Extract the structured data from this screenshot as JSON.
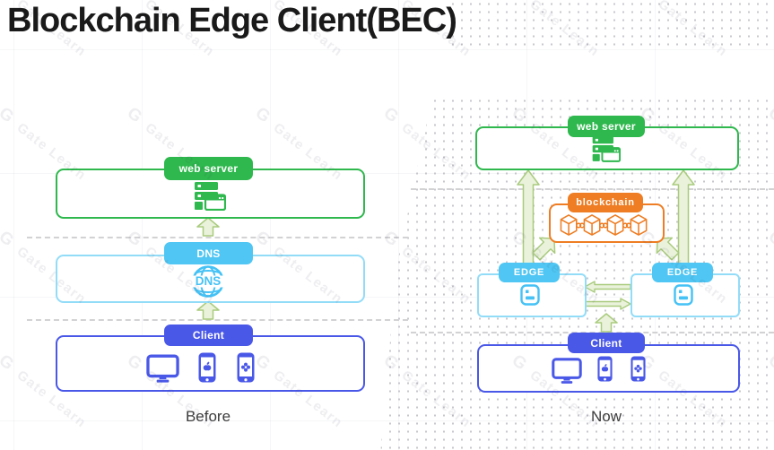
{
  "title": "Blockchain Edge Client(BEC)",
  "watermark": {
    "logo": "G",
    "text": "Gate Learn"
  },
  "colors": {
    "green": "#2eb84d",
    "cyan": "#4fc6f3",
    "cyan_light_border": "#93dcf8",
    "blue": "#4a58e8",
    "orange": "#ee7d23",
    "arrow_fill": "#eaf2dc",
    "arrow_stroke": "#a9cb7d"
  },
  "before": {
    "caption": "Before",
    "web_server_label": "web server",
    "dns_label": "DNS",
    "dns_icon_text": "DNS",
    "client_label": "Client"
  },
  "now": {
    "caption": "Now",
    "web_server_label": "web server",
    "blockchain_label": "blockchain",
    "edge_left_label": "EDGE",
    "edge_right_label": "EDGE",
    "client_label": "Client"
  }
}
